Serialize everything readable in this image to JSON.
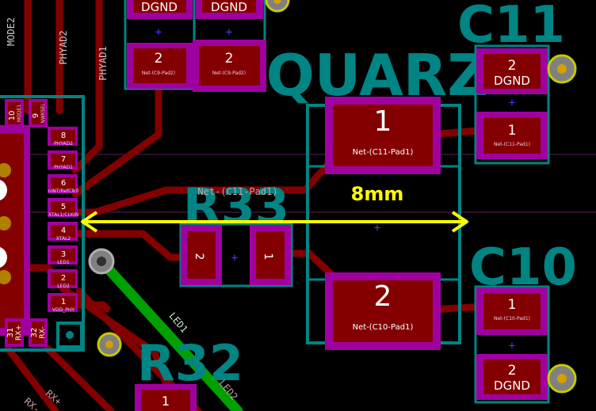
{
  "colors": {
    "background": "#000000",
    "copper_top": "#840000",
    "pad_mask": "#a000a0",
    "silkscreen": "#008484",
    "bottom_trace": "#00a000",
    "measure": "#ffff00",
    "plus_marker": "#4040ff"
  },
  "measurement": {
    "label": "8mm"
  },
  "components": {
    "quartz": {
      "ref": "QUARZ",
      "pad1": {
        "num": "1",
        "net": "Net-(C11-Pad1)"
      },
      "pad2": {
        "num": "2",
        "net": "Net-(C10-Pad1)"
      }
    },
    "c11": {
      "ref": "C11",
      "pad2": {
        "num": "2",
        "net": "DGND"
      },
      "pad1": {
        "num": "1",
        "net": "Net-(C11-Pad1)"
      }
    },
    "c10": {
      "ref": "C10",
      "pad1": {
        "num": "1",
        "net": "Net-(C10-Pad1)"
      },
      "pad2": {
        "num": "2",
        "net": "DGND"
      }
    },
    "r33": {
      "ref": "R33",
      "pad2": {
        "num": "2"
      },
      "pad1": {
        "num": "1"
      }
    },
    "r32": {
      "ref": "R32",
      "pad1": {
        "num": "1"
      }
    },
    "c9": {
      "pad_a": {
        "num": "2",
        "net": "DGND",
        "subnet": "Net-(C9-Pad2)"
      },
      "pad_b": {
        "num": "2",
        "net": "DGND",
        "subnet": "Net-(C9-Pad2)"
      }
    }
  },
  "trace_labels": {
    "net_c11": "Net-(C11-Pad1)",
    "led1": "LED1",
    "led2": "LED2",
    "rx_plus": "RX+",
    "rx_minus": "RX-"
  },
  "ic": {
    "vertical_labels": [
      "MODE2",
      "PHYAD2",
      "PHYAD1"
    ],
    "top_pins": [
      {
        "num": "10",
        "name": "MODE1"
      },
      {
        "num": "9",
        "name": "NWKSEL"
      }
    ],
    "right_pins": [
      {
        "num": "8",
        "name": "PHYAD2"
      },
      {
        "num": "7",
        "name": "PHYAD1"
      },
      {
        "num": "6",
        "name": "nINT/RefClk0"
      },
      {
        "num": "5",
        "name": "XTAL1/CLKIN"
      },
      {
        "num": "4",
        "name": "XTAL2"
      },
      {
        "num": "3",
        "name": "LED1"
      },
      {
        "num": "2",
        "name": "LED2"
      },
      {
        "num": "1",
        "name": "VDD_PHY"
      }
    ],
    "bottom_pins": [
      {
        "num": "31",
        "name": "RX+"
      },
      {
        "num": "32",
        "name": "RX-"
      }
    ]
  }
}
